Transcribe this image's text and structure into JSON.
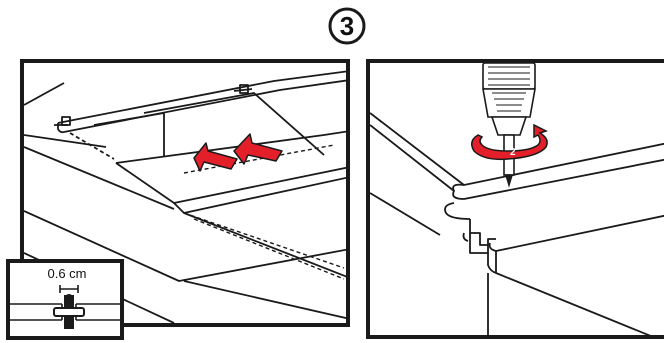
{
  "step": {
    "number": "3"
  },
  "inset": {
    "gap_label": "0.6 cm"
  },
  "drill": {
    "speed_label": "2"
  },
  "colors": {
    "arrow_red": "#e3202a",
    "outline": "#1a1a1a"
  }
}
